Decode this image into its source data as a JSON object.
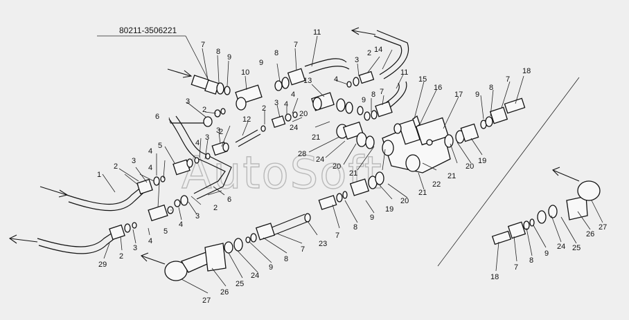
{
  "part_number": "80211-3506221",
  "watermark": "AutoSoft",
  "callouts": [
    {
      "id": "c11a",
      "text": "11"
    },
    {
      "id": "c14",
      "text": "14"
    },
    {
      "id": "c3a",
      "text": "3"
    },
    {
      "id": "c2a",
      "text": "2"
    },
    {
      "id": "c7a",
      "text": "7"
    },
    {
      "id": "c8a",
      "text": "8"
    },
    {
      "id": "c9a",
      "text": "9"
    },
    {
      "id": "c7b",
      "text": "7"
    },
    {
      "id": "c8b",
      "text": "8"
    },
    {
      "id": "c9b",
      "text": "9"
    },
    {
      "id": "c10",
      "text": "10"
    },
    {
      "id": "c4a",
      "text": "4"
    },
    {
      "id": "c11b",
      "text": "11"
    },
    {
      "id": "c13",
      "text": "13"
    },
    {
      "id": "c4b",
      "text": "4"
    },
    {
      "id": "c15",
      "text": "15"
    },
    {
      "id": "c16",
      "text": "16"
    },
    {
      "id": "c9c",
      "text": "9"
    },
    {
      "id": "c8c",
      "text": "8"
    },
    {
      "id": "c7c",
      "text": "7"
    },
    {
      "id": "c17",
      "text": "17"
    },
    {
      "id": "c18a",
      "text": "18"
    },
    {
      "id": "c9d",
      "text": "9"
    },
    {
      "id": "c8d",
      "text": "8"
    },
    {
      "id": "c7d",
      "text": "7"
    },
    {
      "id": "c3b",
      "text": "3"
    },
    {
      "id": "c2b",
      "text": "2"
    },
    {
      "id": "c3c",
      "text": "3"
    },
    {
      "id": "c4c",
      "text": "4"
    },
    {
      "id": "c6a",
      "text": "6"
    },
    {
      "id": "c12",
      "text": "12"
    },
    {
      "id": "c2c",
      "text": "2"
    },
    {
      "id": "c3d",
      "text": "3"
    },
    {
      "id": "c20a",
      "text": "20"
    },
    {
      "id": "c24a",
      "text": "24"
    },
    {
      "id": "c21a",
      "text": "21"
    },
    {
      "id": "c2d",
      "text": "2"
    },
    {
      "id": "c3e",
      "text": "3"
    },
    {
      "id": "c4d",
      "text": "4"
    },
    {
      "id": "c5a",
      "text": "5"
    },
    {
      "id": "c4e",
      "text": "4"
    },
    {
      "id": "c28",
      "text": "28"
    },
    {
      "id": "c24b",
      "text": "24"
    },
    {
      "id": "c20b",
      "text": "20"
    },
    {
      "id": "c21b",
      "text": "21"
    },
    {
      "id": "c20c",
      "text": "20"
    },
    {
      "id": "c19a",
      "text": "19"
    },
    {
      "id": "c21c",
      "text": "21"
    },
    {
      "id": "c22",
      "text": "22"
    },
    {
      "id": "c1",
      "text": "1"
    },
    {
      "id": "c2e",
      "text": "2"
    },
    {
      "id": "c3f",
      "text": "3"
    },
    {
      "id": "c4f",
      "text": "4"
    },
    {
      "id": "c6b",
      "text": "6"
    },
    {
      "id": "c2f",
      "text": "2"
    },
    {
      "id": "c3g",
      "text": "3"
    },
    {
      "id": "c4g",
      "text": "4"
    },
    {
      "id": "c5b",
      "text": "5"
    },
    {
      "id": "c19b",
      "text": "19"
    },
    {
      "id": "c20d",
      "text": "20"
    },
    {
      "id": "c21d",
      "text": "21"
    },
    {
      "id": "c9e",
      "text": "9"
    },
    {
      "id": "c8e",
      "text": "8"
    },
    {
      "id": "c7e",
      "text": "7"
    },
    {
      "id": "c23",
      "text": "23"
    },
    {
      "id": "c7f",
      "text": "7"
    },
    {
      "id": "c8f",
      "text": "8"
    },
    {
      "id": "c9f",
      "text": "9"
    },
    {
      "id": "c24c",
      "text": "24"
    },
    {
      "id": "c25a",
      "text": "25"
    },
    {
      "id": "c26a",
      "text": "26"
    },
    {
      "id": "c27a",
      "text": "27"
    },
    {
      "id": "c29",
      "text": "29"
    },
    {
      "id": "c2g",
      "text": "2"
    },
    {
      "id": "c3h",
      "text": "3"
    },
    {
      "id": "c4h",
      "text": "4"
    },
    {
      "id": "c27b",
      "text": "27"
    },
    {
      "id": "c26b",
      "text": "26"
    },
    {
      "id": "c25b",
      "text": "25"
    },
    {
      "id": "c24d",
      "text": "24"
    },
    {
      "id": "c9g",
      "text": "9"
    },
    {
      "id": "c8g",
      "text": "8"
    },
    {
      "id": "c7g",
      "text": "7"
    },
    {
      "id": "c18b",
      "text": "18"
    }
  ]
}
